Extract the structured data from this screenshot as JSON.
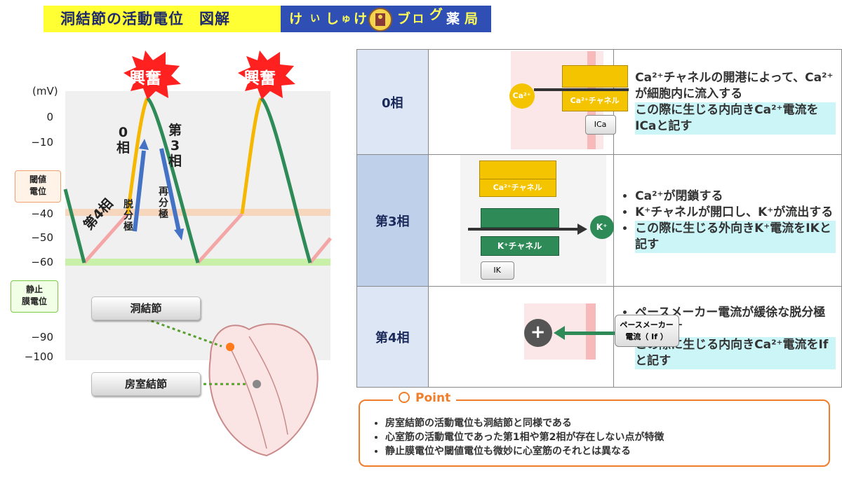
{
  "header": {
    "title": "洞結節の活動電位　図解",
    "logo": {
      "segments": [
        "け",
        "い",
        "し",
        "ゅ",
        "け",
        "ブ",
        "ロ",
        "グ",
        "薬",
        "局"
      ]
    }
  },
  "graph": {
    "unit": "(mV)",
    "yticks": [
      "0",
      "−10",
      "−40",
      "−50",
      "−60",
      "−90",
      "−100"
    ],
    "excite_label": "興奮",
    "threshold_label": "閾値\n電位",
    "resting_label": "静止\n膜電位",
    "phase0_label": "0\n相",
    "phase3_label": "第\n3\n相",
    "phase4_label": "第4相",
    "depol_label": "脱\n分\n極",
    "repol_label": "再\n分\n極",
    "colors": {
      "phase0": "#f5b700",
      "phase3": "#2e8b57",
      "phase4": "#f4a6a6",
      "arrow": "#4472c4",
      "threshold": "#f8cba6",
      "resting": "#b6f08a"
    }
  },
  "nodes": {
    "sa": "洞結節",
    "av": "房室結節"
  },
  "table": {
    "rows": [
      {
        "name": "0相",
        "fig": {
          "ion": "Ca²⁺",
          "channel": "Ca²⁺チャネル",
          "current": "ICa"
        },
        "bullets": [
          {
            "text": "Ca²⁺チャネルの開港によって、Ca²⁺が細胞内に流入する",
            "hl": false
          },
          {
            "text": "この際に生じる内向きCa²⁺電流をICaと記す",
            "hl": true
          }
        ]
      },
      {
        "name": "第3相",
        "fig": {
          "ion": "K⁺",
          "channel": "K⁺チャネル",
          "channel_top": "Ca²⁺チャネル",
          "current": "IK"
        },
        "bullets": [
          {
            "text": "Ca²⁺が閉鎖する",
            "hl": false
          },
          {
            "text": "K⁺チャネルが開口し、K⁺が流出する",
            "hl": false
          },
          {
            "text": "この際に生じる外向きK⁺電流をIKと記す",
            "hl": true
          }
        ]
      },
      {
        "name": "第4相",
        "fig": {
          "plus": "+",
          "current": "ペースメーカー\n電流（ If ）"
        },
        "bullets": [
          {
            "text": "ペースメーカー電流が緩徐な脱分極を起こす",
            "hl": false
          },
          {
            "text": "この際に生じる内向きCa²⁺電流をIfと記す",
            "hl": true
          }
        ]
      }
    ]
  },
  "point": {
    "title": "Point",
    "items": [
      "房室結節の活動電位も洞結節と同様である",
      "心室筋の活動電位であった第1相や第2相が存在しない点が特徴",
      "静止膜電位や閾値電位も微妙に心室筋のそれとは異なる"
    ]
  }
}
